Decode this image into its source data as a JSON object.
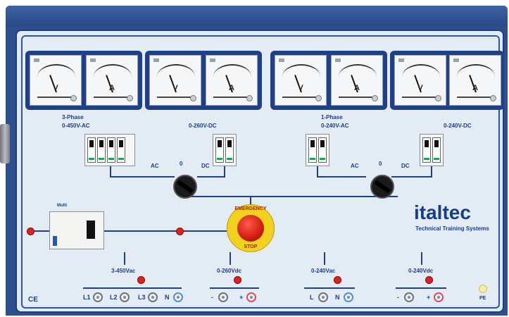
{
  "brand": {
    "name": "italtec",
    "tagline": "Technical Training Systems"
  },
  "meter_groups": [
    {
      "meters": [
        {
          "unit": "V"
        },
        {
          "unit": "A"
        }
      ]
    },
    {
      "meters": [
        {
          "unit": "V"
        },
        {
          "unit": "A"
        }
      ]
    },
    {
      "meters": [
        {
          "unit": "V"
        },
        {
          "unit": "A"
        }
      ]
    },
    {
      "meters": [
        {
          "unit": "V"
        },
        {
          "unit": "A"
        }
      ]
    }
  ],
  "supply_labels": {
    "three_phase_title": "3-Phase",
    "three_phase_range": "0-450V-AC",
    "dc_left": "0-260V-DC",
    "single_phase_title": "1-Phase",
    "single_phase_range": "0-240V-AC",
    "dc_right": "0-240V-DC"
  },
  "selector_labels": {
    "left": {
      "ac": "AC",
      "zero": "0",
      "dc": "DC"
    },
    "right": {
      "ac": "AC",
      "zero": "0",
      "dc": "DC"
    }
  },
  "emergency_stop": {
    "top_text": "EMERGENCY",
    "bottom_text": "STOP"
  },
  "mcb_label": "Multi",
  "outputs": {
    "three_phase": {
      "label": "3-450Vac",
      "sockets": [
        "L1",
        "L2",
        "L3",
        "N"
      ]
    },
    "dc_1": {
      "label": "0-260Vdc",
      "sockets": [
        "-",
        "+"
      ]
    },
    "single_phase": {
      "label": "0-240Vac",
      "sockets": [
        "L",
        "N"
      ]
    },
    "dc_2": {
      "label": "0-240Vdc",
      "sockets": [
        "-",
        "+"
      ]
    }
  },
  "ce_mark": "CE",
  "pe_label": "PE",
  "colors": {
    "panel": "#e3ebf4",
    "frame": "#2e4f8d",
    "accent": "#1b3d8a",
    "estop_ring": "#f2d21c",
    "estop_button": "#d21c10"
  }
}
